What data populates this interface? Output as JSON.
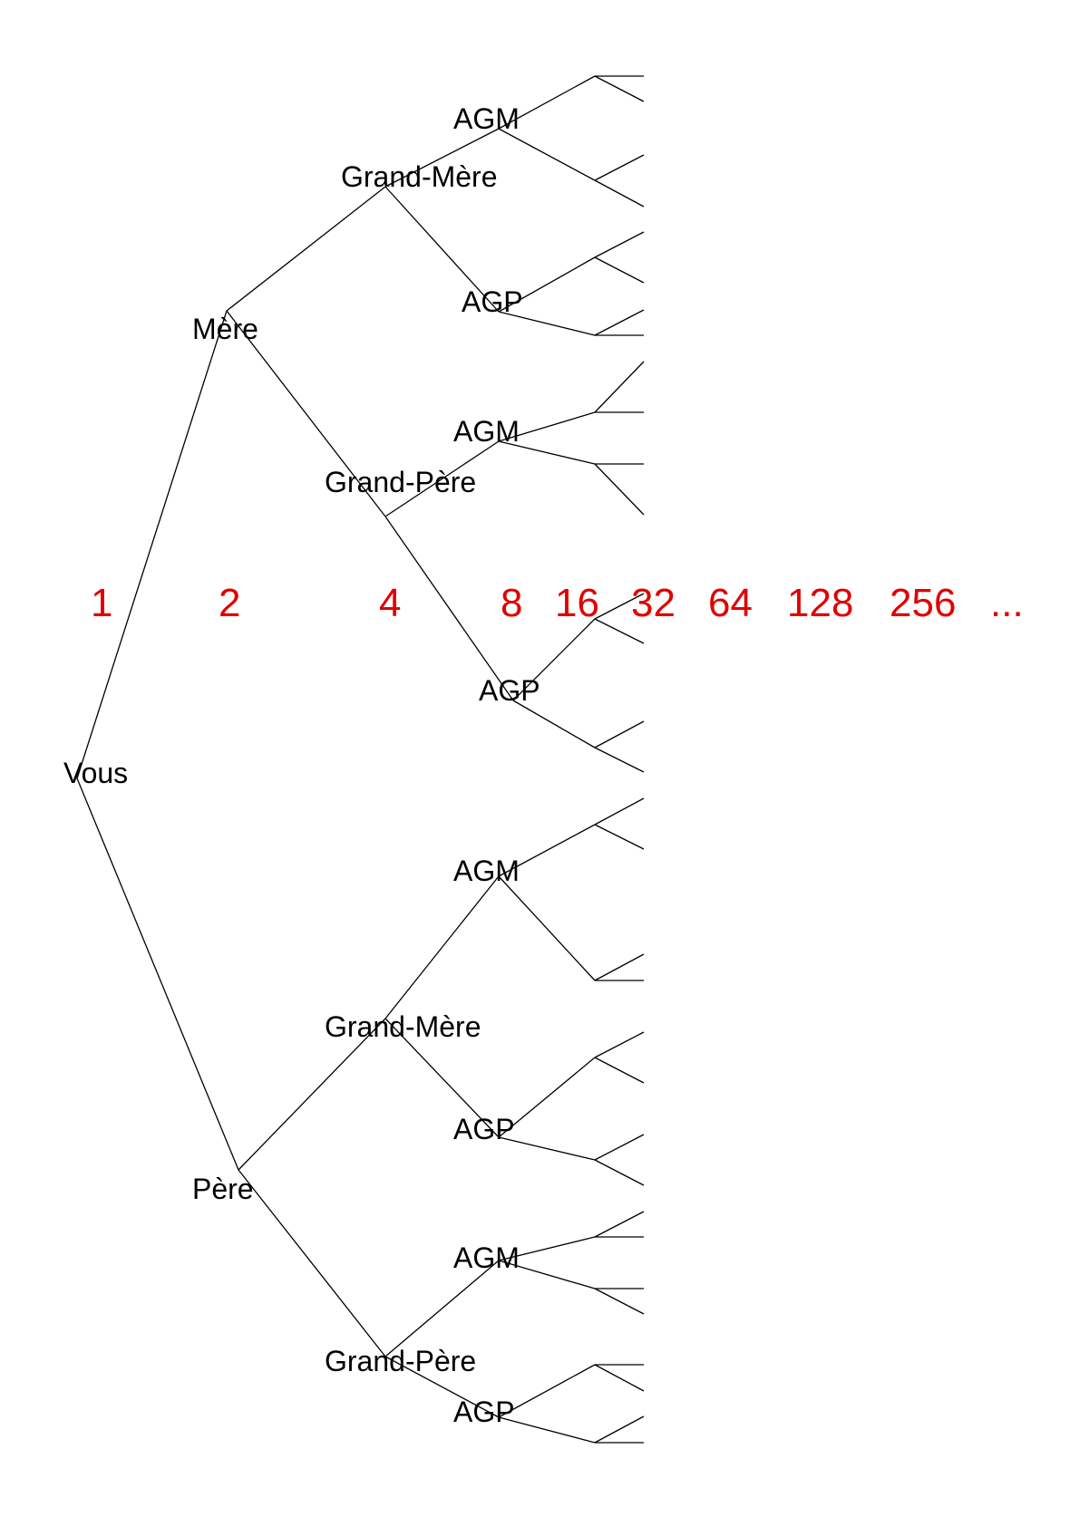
{
  "colors": {
    "line": "#000000",
    "label": "#000000",
    "generation_count": "#e00000"
  },
  "generation_counts": [
    "1",
    "2",
    "4",
    "8",
    "16",
    "32",
    "64",
    "128",
    "256",
    "..."
  ],
  "nodes": {
    "you": "Vous",
    "mother": "Mère",
    "father": "Père",
    "maternal_grandmother": "Grand-Mère",
    "maternal_grandfather": "Grand-Père",
    "paternal_grandmother": "Grand-Mère",
    "paternal_grandfather": "Grand-Père",
    "ggp_1": "AGM",
    "ggp_2": "AGP",
    "ggp_3": "AGM",
    "ggp_4": "AGP",
    "ggp_5": "AGM",
    "ggp_6": "AGP",
    "ggp_7": "AGM",
    "ggp_8": "AGP"
  }
}
